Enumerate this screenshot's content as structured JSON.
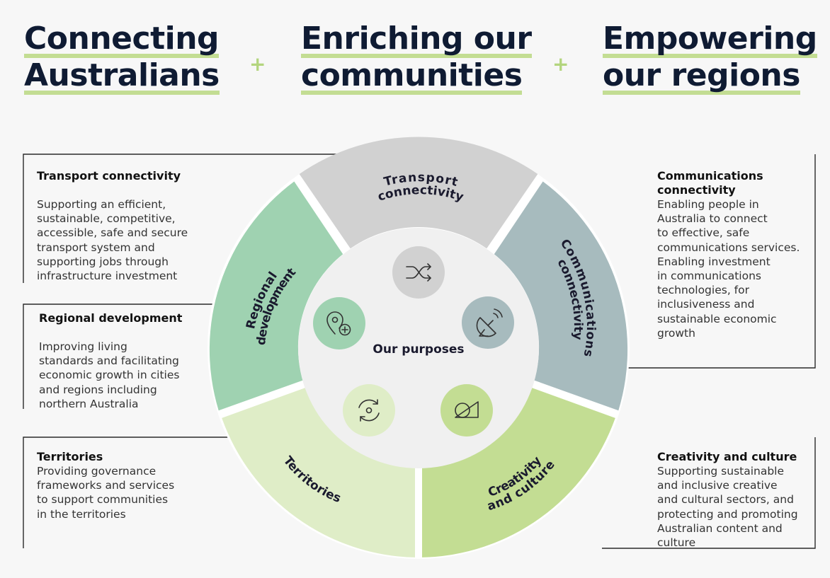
{
  "headings": [
    {
      "line1": "Connecting",
      "line2": "Australians"
    },
    {
      "line1": "Enriching our",
      "line2": "communities"
    },
    {
      "line1": "Empowering",
      "line2": "our regions"
    }
  ],
  "plus_sign": "+",
  "center_label": "Our purposes",
  "segments": {
    "transport": {
      "line1": "Transport",
      "line2": "connectivity"
    },
    "communications": {
      "line1": "Communications",
      "line2": "connectivity"
    },
    "creativity": {
      "line1": "Creativity",
      "line2": "and culture"
    },
    "territories": {
      "line1": "Territories"
    },
    "regional": {
      "line1": "Regional",
      "line2": "development"
    }
  },
  "panels": {
    "transport": {
      "title": "Transport connectivity",
      "desc": [
        "Supporting an efficient,",
        "sustainable, competitive,",
        "accessible, safe and secure",
        "transport system and",
        "supporting jobs through",
        "infrastructure investment"
      ]
    },
    "regional": {
      "title": "Regional development",
      "desc": [
        "Improving living",
        "standards and facilitating",
        "economic growth in cities",
        "and regions including",
        "northern Australia"
      ]
    },
    "territories": {
      "title": "Territories",
      "desc": [
        "Providing governance",
        "frameworks and services",
        "to support communities",
        "in the territories"
      ]
    },
    "communications": {
      "title_lines": [
        "Communications",
        "connectivity"
      ],
      "desc": [
        "Enabling people in",
        "Australia to connect",
        "to effective, safe",
        "communications services.",
        "Enabling investment",
        "in communications",
        "technologies, for",
        "inclusiveness and",
        "sustainable economic",
        "growth"
      ]
    },
    "creativity": {
      "title": "Creativity and culture",
      "desc": [
        "Supporting sustainable",
        "and inclusive creative",
        "and cultural sectors, and",
        "protecting and promoting",
        "Australian content and",
        "culture"
      ]
    }
  },
  "icons": {
    "transport": "shuffle-arrows-icon",
    "communications": "satellite-dish-icon",
    "creativity": "circle-triangle-icon",
    "territories": "cycle-arrows-icon",
    "regional": "location-pin-plus-icon"
  },
  "colors": {
    "heading_text": "#0f1b33",
    "heading_underline": "#c3dd93",
    "transport": "#d1d1d1",
    "communications": "#a7bbbe",
    "creativity": "#c3dd93",
    "territories": "#dfedc7",
    "regional": "#9fd2b1",
    "center": "#f0f0f0"
  }
}
